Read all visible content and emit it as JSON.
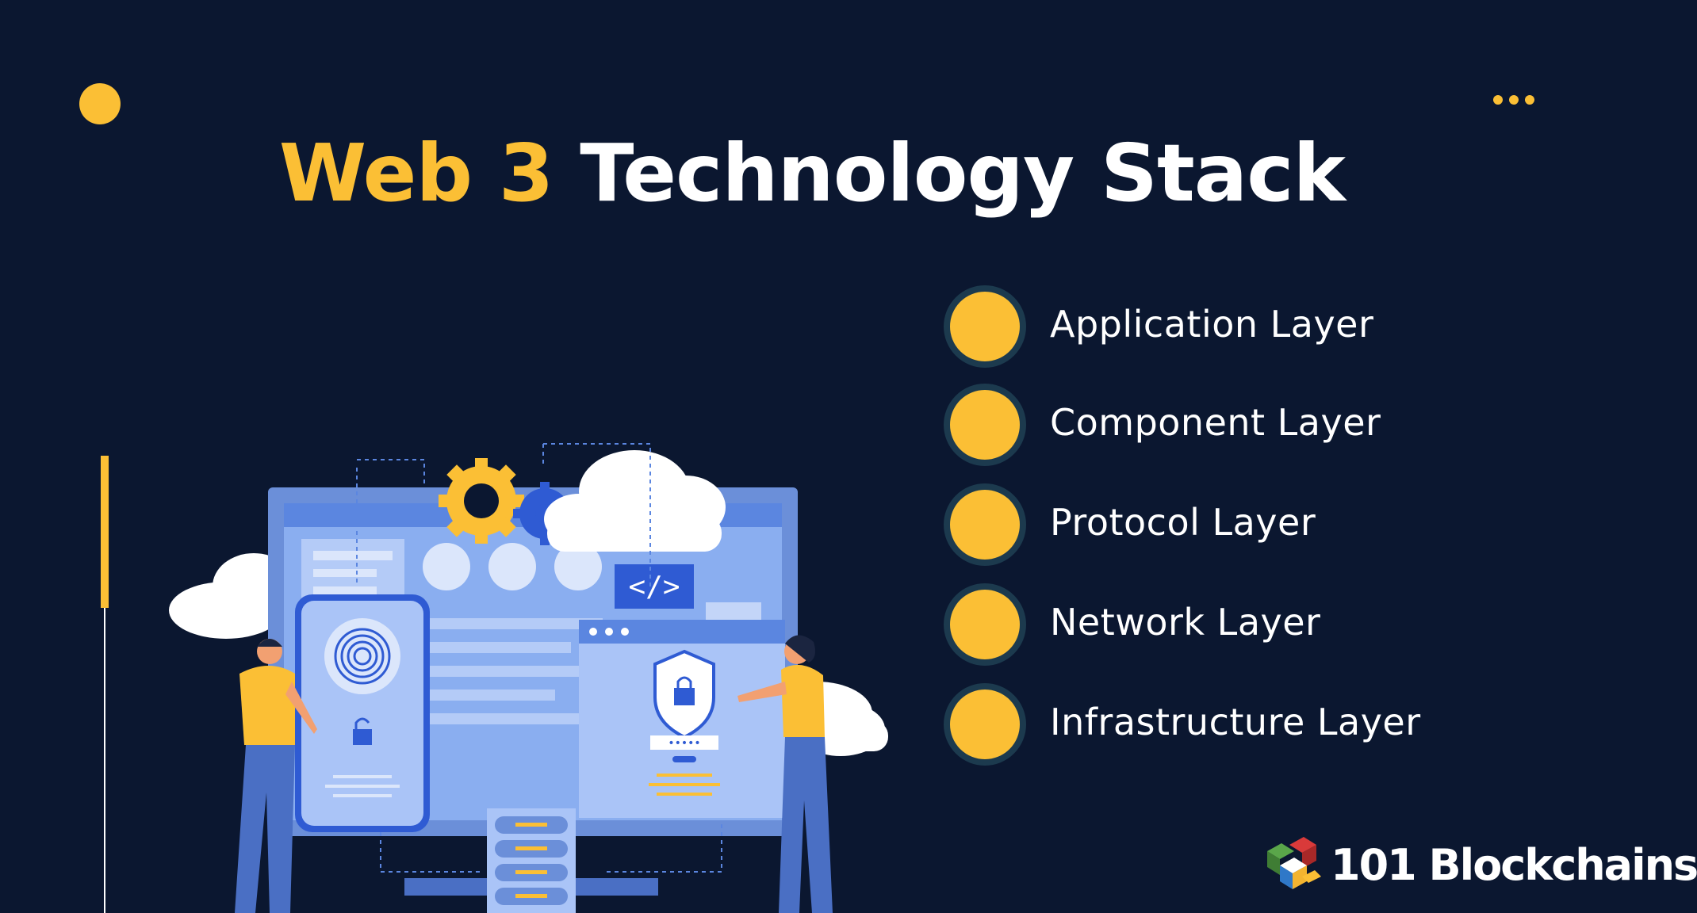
{
  "title": {
    "accent_part": "Web 3",
    "main_part": "Technology Stack"
  },
  "layers": [
    {
      "label": "Application Layer"
    },
    {
      "label": "Component Layer"
    },
    {
      "label": "Protocol Layer"
    },
    {
      "label": "Network Layer"
    },
    {
      "label": "Infrastructure Layer"
    }
  ],
  "brand": {
    "name": "101 Blockchains"
  },
  "illustration": {
    "code_symbol": "</>",
    "password_mask": "•••••"
  },
  "colors": {
    "background": "#0b1730",
    "accent": "#fbbf35",
    "text": "#ffffff",
    "dot_ring": "#1c3a4e",
    "screen_blue": "#5b86e0",
    "light_blue": "#aac4f7"
  }
}
